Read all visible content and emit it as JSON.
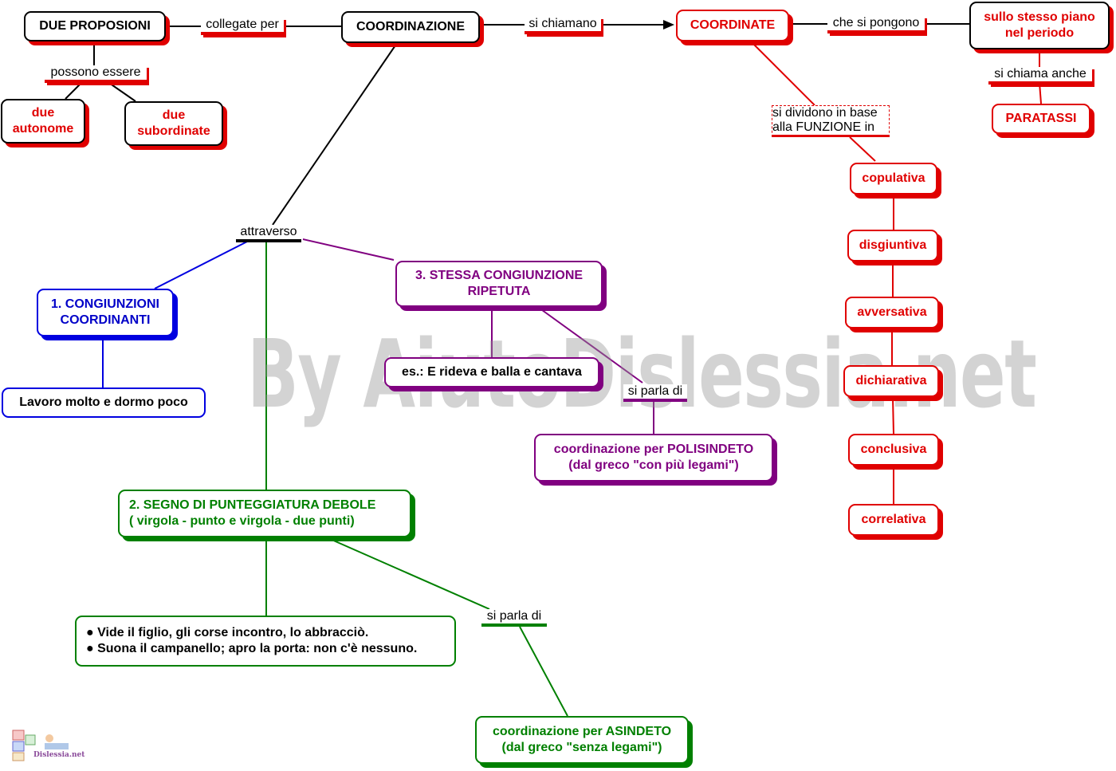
{
  "colors": {
    "red": "#e00000",
    "black": "#000000",
    "blue": "#0000e0",
    "purple": "#800080",
    "green": "#008000"
  },
  "nodes": {
    "due_proposizioni": "DUE PROPOSIONI",
    "coordinazione": "COORDINAZIONE",
    "coordinate": "COORDINATE",
    "stesso_piano": "sullo stesso piano\nnel periodo",
    "due_autonome": "due\nautonome",
    "due_subordinate": "due\nsubordinate",
    "paratassi": "PARATASSI",
    "copulativa": "copulativa",
    "disgiuntiva": "disgiuntiva",
    "avversativa": "avversativa",
    "dichiarativa": "dichiarativa",
    "conclusiva": "conclusiva",
    "correlativa": "correlativa",
    "congiunzioni": "1. CONGIUNZIONI\nCOORDINANTI",
    "esempio_congiunzioni": "Lavoro molto e dormo poco",
    "stessa_congiunzione": "3. STESSA CONGIUNZIONE\nRIPETUTA",
    "esempio_ripetuta": "es.: E rideva e balla e cantava",
    "polisindeto": "coordinazione per POLISINDETO\n(dal greco \"con più legami\")",
    "punteggiatura": "2. SEGNO DI PUNTEGGIATURA DEBOLE\n( virgola - punto e virgola - due punti)",
    "esempi_punteggiatura": "● Vide il figlio, gli corse incontro, lo abbracciò.\n● Suona il campanello; apro la porta: non c'è nessuno.",
    "asindeto": "coordinazione per ASINDETO\n(dal greco \"senza legami\")"
  },
  "labels": {
    "collegate_per": "collegate per",
    "si_chiamano": "si chiamano",
    "che_si_pongono": "che si pongono",
    "possono_essere": "possono essere",
    "si_chiama_anche": "si chiama anche",
    "si_dividono": "si dividono in base\nalla FUNZIONE in",
    "attraverso": "attraverso",
    "si_parla_di_1": "si parla di",
    "si_parla_di_2": "si parla di"
  },
  "watermark": "By AiutoDislessia.net",
  "logo_text": "Dislessia.net"
}
